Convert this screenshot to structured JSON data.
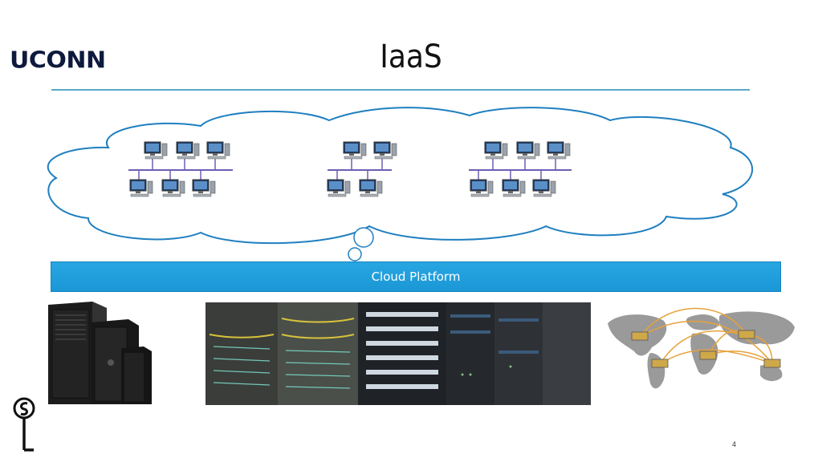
{
  "header": {
    "logo_text": "UCONN",
    "title": "IaaS"
  },
  "platform": {
    "label": "Cloud Platform",
    "color": "#1b97d6"
  },
  "cloud": {
    "networks": [
      {
        "top_computers": 3,
        "bottom_computers": 3
      },
      {
        "top_computers": 2,
        "bottom_computers": 2
      },
      {
        "top_computers": 3,
        "bottom_computers": 3
      }
    ]
  },
  "images": {
    "towers": "desktop-tower-computers",
    "datacenter": "server-racks-photo",
    "worldmap": "world-map-network-nodes"
  },
  "footer": {
    "page_number": "4",
    "corner_logo": "csl-lab-logo"
  }
}
